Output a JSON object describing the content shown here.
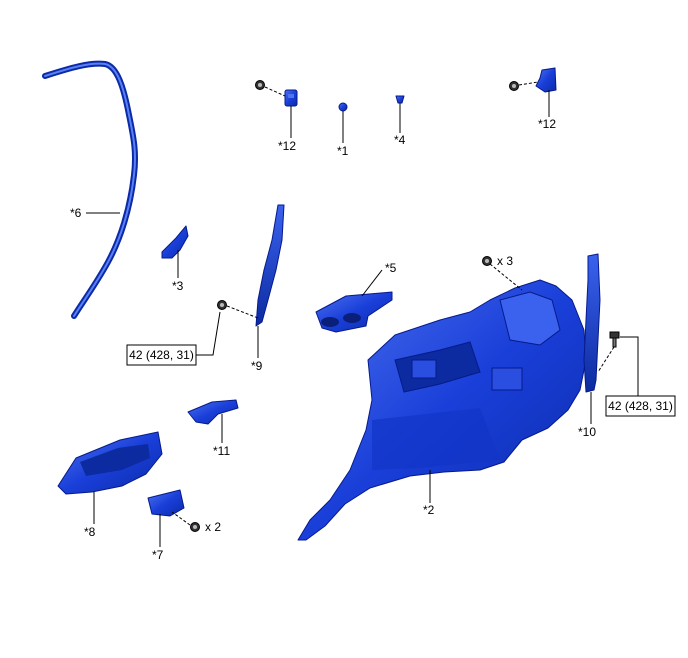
{
  "colors": {
    "part_fill": "#1a3fd9",
    "part_dark": "#0a2aa8",
    "part_light": "#4f74f0",
    "line": "#000000"
  },
  "callouts": {
    "c1": "*1",
    "c2": "*2",
    "c3": "*3",
    "c4": "*4",
    "c5": "*5",
    "c6": "*6",
    "c7": "*7",
    "c8": "*8",
    "c9": "*9",
    "c10": "*10",
    "c11": "*11",
    "c12_left": "*12",
    "c12_right": "*12"
  },
  "quantities": {
    "clips_x3": "x 3",
    "screws_x2": "x 2"
  },
  "torque": {
    "left": "42 (428, 31)",
    "right": "42 (428, 31)"
  },
  "icons": [
    "bolt-icon",
    "clip-icon",
    "screw-icon"
  ]
}
